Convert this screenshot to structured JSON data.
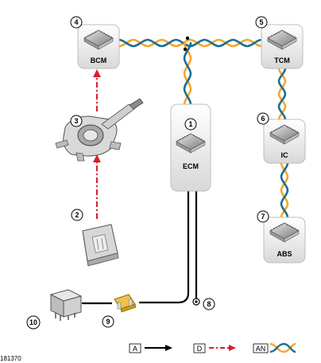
{
  "figure_id": "181370",
  "modules": {
    "bcm": {
      "number": "4",
      "label": "BCM"
    },
    "tcm": {
      "number": "5",
      "label": "TCM"
    },
    "ecm": {
      "number": "1",
      "label": "ECM"
    },
    "ic": {
      "number": "6",
      "label": "IC"
    },
    "abs": {
      "number": "7",
      "label": "ABS"
    }
  },
  "components": {
    "switch": {
      "number": "3"
    },
    "sensor": {
      "number": "2"
    },
    "fuse": {
      "number": "9"
    },
    "relay": {
      "number": "10"
    },
    "ground": {
      "number": "8"
    }
  },
  "legend": {
    "a": {
      "key": "A"
    },
    "d": {
      "key": "D"
    },
    "an": {
      "key": "AN"
    }
  },
  "colors": {
    "can_orange": "#f5a62b",
    "can_blue": "#1b6f8e",
    "dashed_red": "#d4202a",
    "wire_black": "#000000",
    "module_fill": "#e6e6e6",
    "module_stroke": "#bdbdbd"
  },
  "icons": [
    "module-chip-icon",
    "steering-column-switch-icon",
    "sensor-module-icon",
    "fuse-icon",
    "relay-icon",
    "ground-icon"
  ]
}
